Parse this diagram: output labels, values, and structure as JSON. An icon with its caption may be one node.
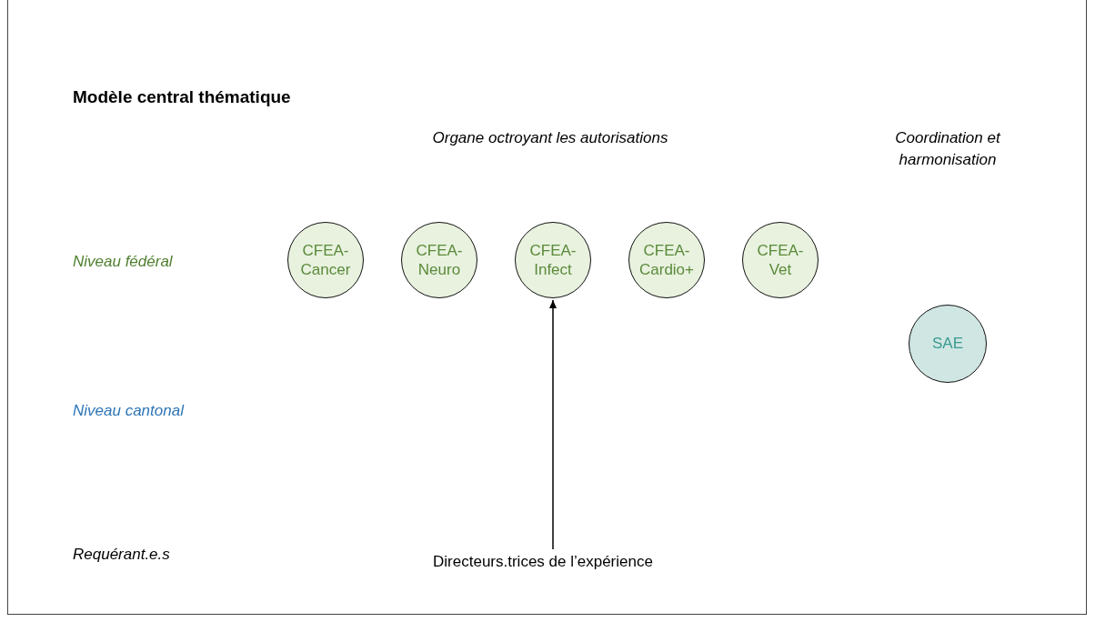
{
  "diagram": {
    "title": "Modèle central thématique",
    "nodes": [
      {
        "text": [
          "CFEA- Cancer"
        ]
      },
      {
        "text": [
          "CFEA- Neuro"
        ]
      },
      {
        "text": [
          "CFEA- Infect"
        ]
      },
      {
        "text": [
          "CFEA- Cardio+"
        ]
      },
      {
        "text": [
          "CFEA- Vet"
        ]
      },
      {
        "text": [
          "SAE"
        ]
      },
      {
        "text": [
          "Directeurs.trices de l’expérience"
        ]
      }
    ],
    "edges": [
      {
        "from": 6,
        "to": 2,
        "arrow": "to"
      }
    ],
    "labels": [
      "Organe octroyant les autorisations",
      "Coordination et harmonisation",
      "Niveau fédéral",
      "Niveau cantonal",
      "Requérant.e.s"
    ]
  }
}
